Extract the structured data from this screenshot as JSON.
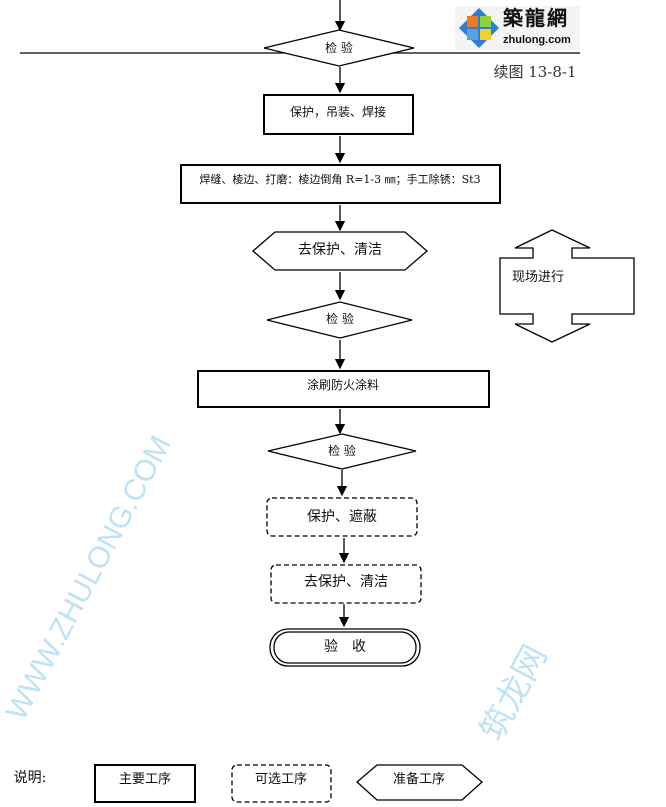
{
  "logo": {
    "cn": "築龍網",
    "en": "zhulong.com"
  },
  "figure_label": "续图 13-8-1",
  "steps": {
    "inspect1": "检 验",
    "protect_lift_weld": "保护，吊装、焊接",
    "weld_grind": "焊缝、棱边、打磨：棱边倒角 R=1-3 ㎜；手工除锈：St3",
    "remove_clean1": "去保护、清洁",
    "inspect2": "检 验",
    "fireproof": "涂刷防火涂料",
    "inspect3": "检 验",
    "protect_mask": "保护、遮蔽",
    "remove_clean2": "去保护、清洁",
    "accept": "验　收"
  },
  "side_note": "现场进行",
  "legend": {
    "title": "说明:",
    "main": "主要工序",
    "optional": "可选工序",
    "prep": "准备工序"
  },
  "watermark": {
    "cn": "筑龙网",
    "en": "WWW.ZHULONG.COM"
  }
}
